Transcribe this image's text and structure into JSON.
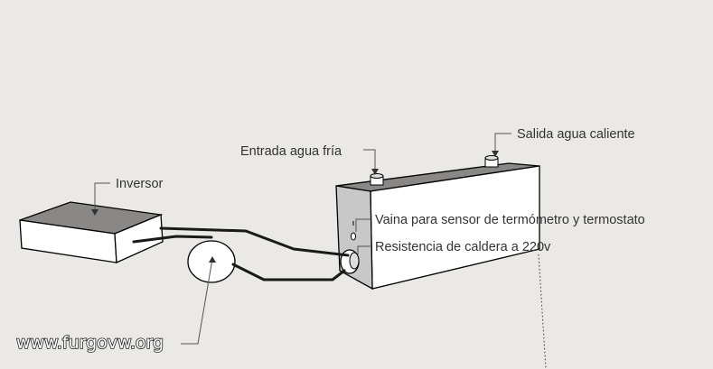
{
  "labels": {
    "inverter": "Inversor",
    "cold_water_inlet": "Entrada agua fría",
    "hot_water_outlet": "Salida agua caliente",
    "sensor_sleeve": "Vaina para sensor de termómetro y termostato",
    "heater_element": "Resistencia de caldera a 220v"
  },
  "watermark": "www.furgovw.org",
  "colors": {
    "background": "#ebe9e6",
    "face_light": "#ffffff",
    "face_top": "#8a8886",
    "face_side": "#c8c8c8",
    "edge": "#000000",
    "leader": "#555555"
  }
}
